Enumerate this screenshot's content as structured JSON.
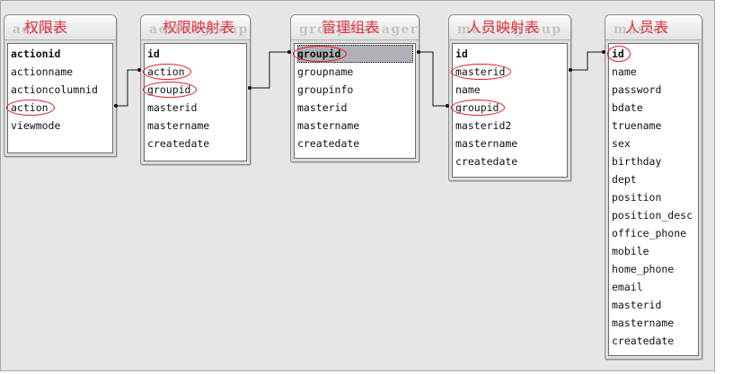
{
  "tables": [
    {
      "key": "action",
      "name": "action",
      "label_cn": "权限表",
      "fields": [
        {
          "text": "actionid",
          "pk": true
        },
        {
          "text": "actionname"
        },
        {
          "text": "actioncolumnid"
        },
        {
          "text": "action",
          "circled": true
        },
        {
          "text": "viewmode"
        }
      ]
    },
    {
      "key": "actiongroup",
      "name": "actiongroup",
      "label_cn": "权限映射表",
      "fields": [
        {
          "text": "id",
          "pk": true
        },
        {
          "text": "action",
          "circled": true
        },
        {
          "text": "groupid",
          "circled": true
        },
        {
          "text": "masterid"
        },
        {
          "text": "mastername"
        },
        {
          "text": "createdate"
        }
      ]
    },
    {
      "key": "groupmanager",
      "name": "groupmanager",
      "label_cn": "管理组表",
      "fields": [
        {
          "text": "groupid",
          "pk": true,
          "selected": true,
          "circled": true
        },
        {
          "text": "groupname"
        },
        {
          "text": "groupinfo"
        },
        {
          "text": "masterid"
        },
        {
          "text": "mastername"
        },
        {
          "text": "createdate"
        }
      ]
    },
    {
      "key": "mastergroup",
      "name": "mastergroup",
      "label_cn": "人员映射表",
      "fields": [
        {
          "text": "id",
          "pk": true
        },
        {
          "text": "masterid",
          "circled": true
        },
        {
          "text": "name"
        },
        {
          "text": "groupid",
          "circled": true
        },
        {
          "text": "masterid2"
        },
        {
          "text": "mastername"
        },
        {
          "text": "createdate"
        }
      ]
    },
    {
      "key": "master",
      "name": "master",
      "label_cn": "人员表",
      "fields": [
        {
          "text": "id",
          "pk": true,
          "circled": true
        },
        {
          "text": "name"
        },
        {
          "text": "password"
        },
        {
          "text": "bdate"
        },
        {
          "text": "truename"
        },
        {
          "text": "sex"
        },
        {
          "text": "birthday"
        },
        {
          "text": "dept"
        },
        {
          "text": "position"
        },
        {
          "text": "position_desc"
        },
        {
          "text": "office_phone"
        },
        {
          "text": "mobile"
        },
        {
          "text": "home_phone"
        },
        {
          "text": "email"
        },
        {
          "text": "masterid"
        },
        {
          "text": "mastername"
        },
        {
          "text": "createdate"
        }
      ]
    }
  ],
  "relationships": [
    {
      "from_table": "actiongroup",
      "from_field": 1,
      "to_table": "action",
      "to_field": 3
    },
    {
      "from_table": "groupmanager",
      "from_field": 0,
      "to_table": "actiongroup",
      "to_field": 2
    },
    {
      "from_table": "groupmanager",
      "from_field": 0,
      "to_table": "mastergroup",
      "to_field": 3
    },
    {
      "from_table": "master",
      "from_field": 0,
      "to_table": "mastergroup",
      "to_field": 1
    }
  ],
  "colors": {
    "annotation": "#e0202a",
    "canvas": "#e6e6e6",
    "selected_row": "#b0b0b6",
    "line": "#111111"
  }
}
